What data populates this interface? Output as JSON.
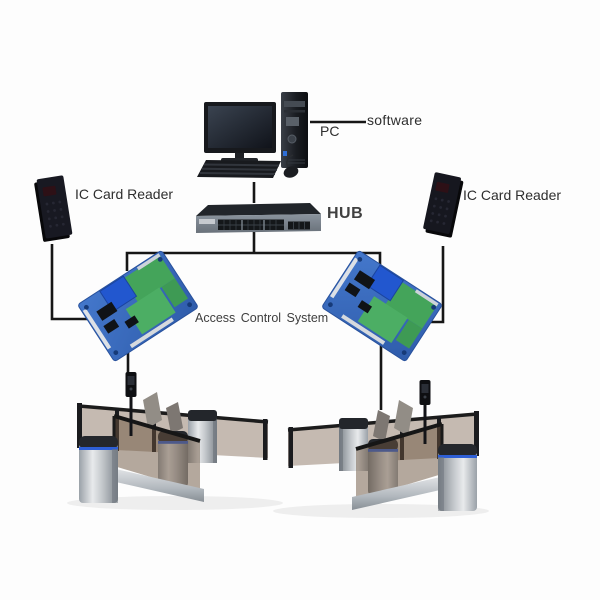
{
  "diagram": {
    "labels": {
      "software": "software",
      "pc": "PC",
      "hub": "HUB",
      "card_reader_left": "IC Card Reader",
      "card_reader_right": "IC Card Reader",
      "access_control_system": "Access Control System"
    },
    "devices": [
      "desktop-pc-with-monitor-keyboard-mouse",
      "network-hub-switch",
      "ic-card-reader-left",
      "ic-card-reader-right",
      "access-control-board-left",
      "access-control-board-right",
      "speed-gate-turnstile-left",
      "speed-gate-turnstile-right",
      "face-recognition-terminal"
    ],
    "colors": {
      "connector_line": "#161616",
      "label_text": "#2e2e2e",
      "pcb_blue": "#3a6ec2",
      "pcb_green": "#46a45c",
      "pcb_block_blue": "#2257cf",
      "steel_light": "#e8eaec",
      "steel_dark": "#7c838a",
      "glass_smoke": "#78604a",
      "accent_ring_blue": "#2e5fd6",
      "device_black": "#15161c"
    }
  }
}
